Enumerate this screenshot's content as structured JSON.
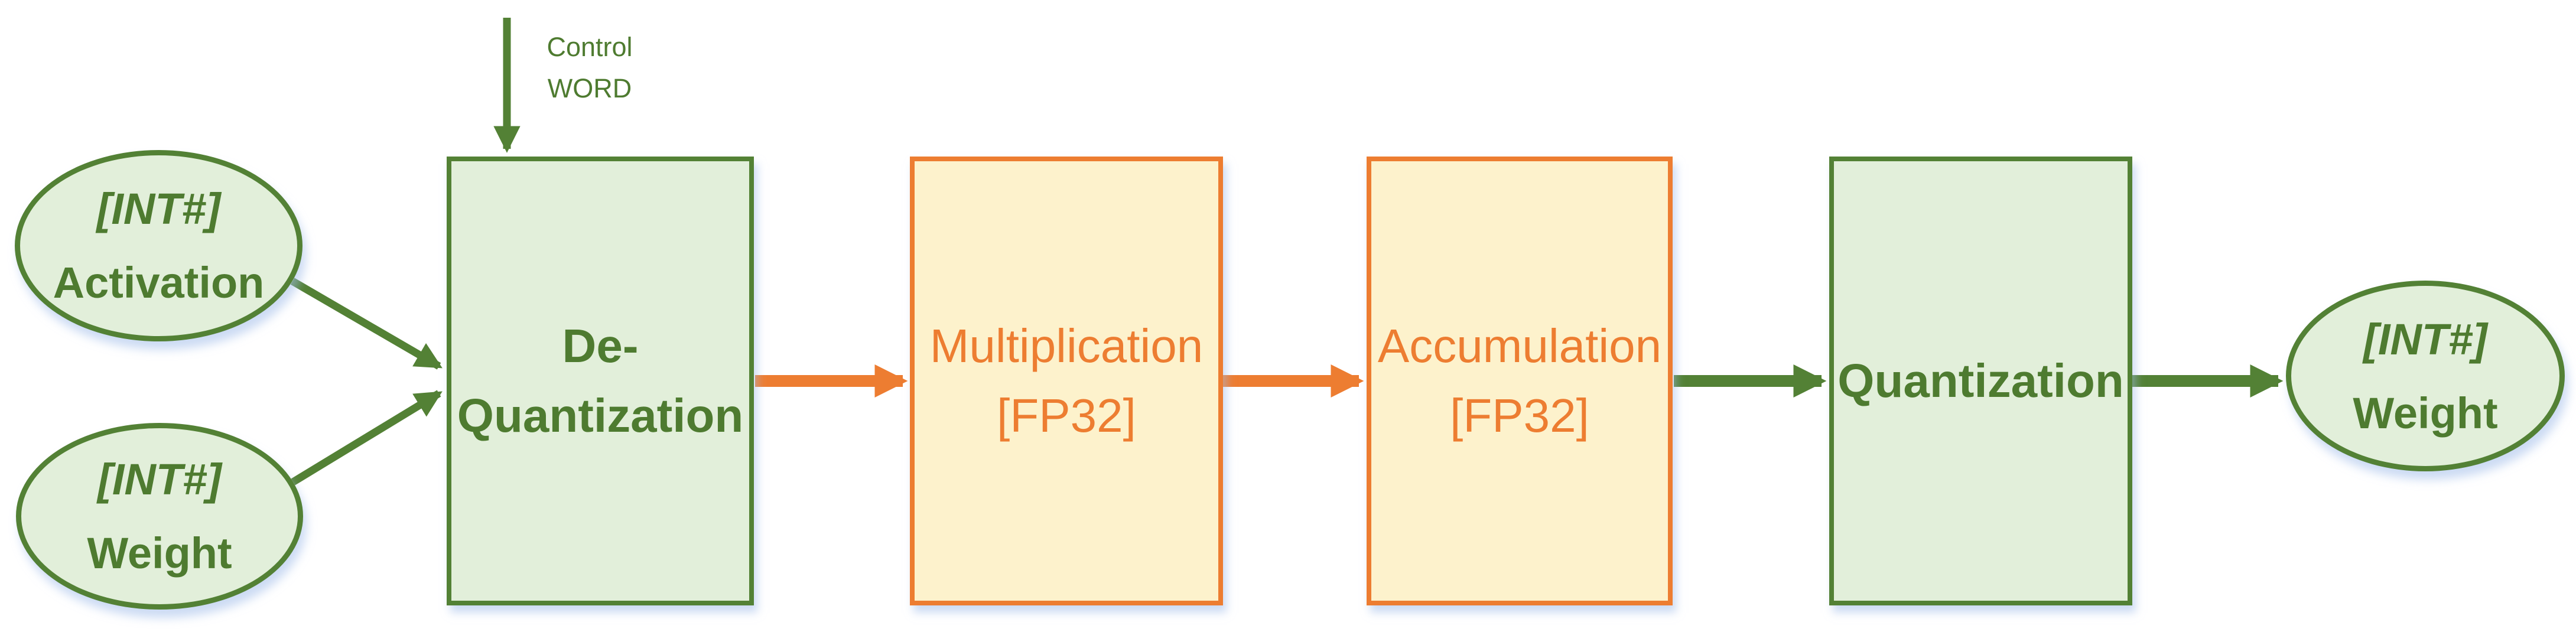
{
  "colors": {
    "green_border": "#538135",
    "green_fill": "#E2EFDA",
    "green_text": "#4E7B30",
    "orange": "#ED7D31",
    "orange_fill": "#FDF2CC"
  },
  "control_input": {
    "line1": "Control",
    "line2": "WORD"
  },
  "nodes": {
    "activation_input": {
      "line1": "[INT#]",
      "line2": "Activation"
    },
    "weight_input": {
      "line1": "[INT#]",
      "line2": "Weight"
    },
    "dequantization": {
      "line1": "De-",
      "line2": "Quantization"
    },
    "multiplication": {
      "line1": "Multiplication",
      "line2": "[FP32]"
    },
    "accumulation": {
      "line1": "Accumulation",
      "line2": "[FP32]"
    },
    "quantization": {
      "line1": "Quantization"
    },
    "weight_output": {
      "line1": "[INT#]",
      "line2": "Weight"
    }
  }
}
